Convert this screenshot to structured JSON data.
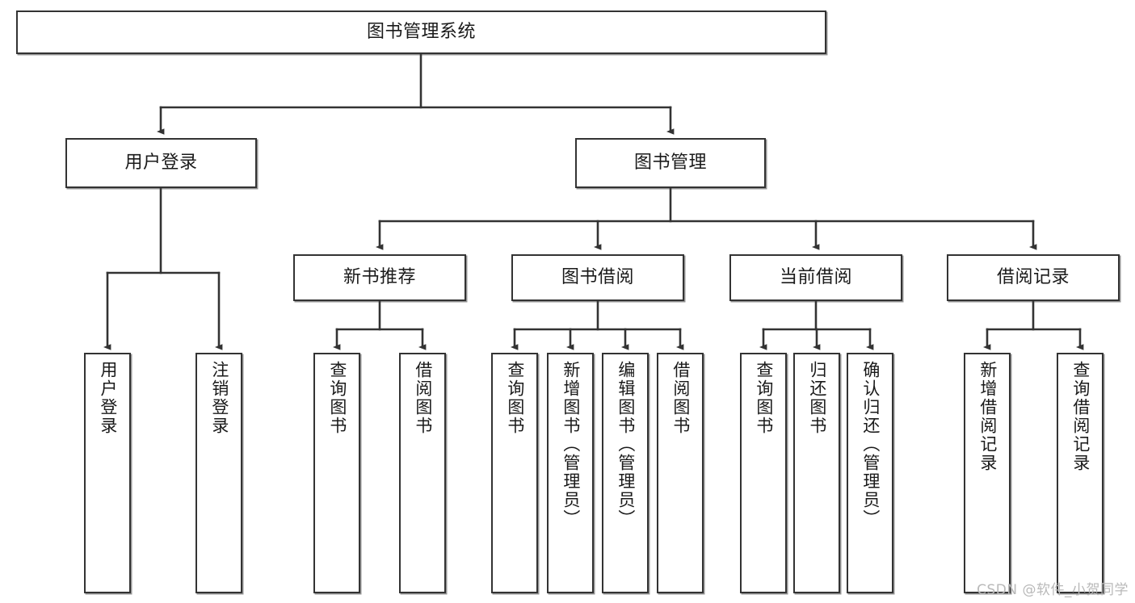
{
  "diagram": {
    "type": "tree",
    "title": "图书管理系统",
    "orientation": "top-down",
    "colors": {
      "background": "#ffffff",
      "node_border": "#333333",
      "node_fill": "#ffffff",
      "connector": "#333333",
      "text": "#1a1a1a",
      "watermark": "#b9b9b9"
    },
    "nodes": {
      "root": {
        "label": "图书管理系统"
      },
      "level2": [
        {
          "label": "用户登录"
        },
        {
          "label": "图书管理"
        }
      ],
      "level3": [
        {
          "label": "新书推荐"
        },
        {
          "label": "图书借阅"
        },
        {
          "label": "当前借阅"
        },
        {
          "label": "借阅记录"
        }
      ],
      "leaves_user_login": [
        {
          "label": "用户登录"
        },
        {
          "label": "注销登录"
        }
      ],
      "leaves_new_book": [
        {
          "label": "查询图书"
        },
        {
          "label": "借阅图书"
        }
      ],
      "leaves_borrow": [
        {
          "label": "查询图书"
        },
        {
          "label": "新增图书（管理员）"
        },
        {
          "label": "编辑图书（管理员）"
        },
        {
          "label": "借阅图书"
        }
      ],
      "leaves_current": [
        {
          "label": "查询图书"
        },
        {
          "label": "归还图书"
        },
        {
          "label": "确认归还（管理员）"
        }
      ],
      "leaves_records": [
        {
          "label": "新增借阅记录"
        },
        {
          "label": "查询借阅记录"
        }
      ]
    },
    "watermark": "CSDN @软件_小贺同学"
  }
}
